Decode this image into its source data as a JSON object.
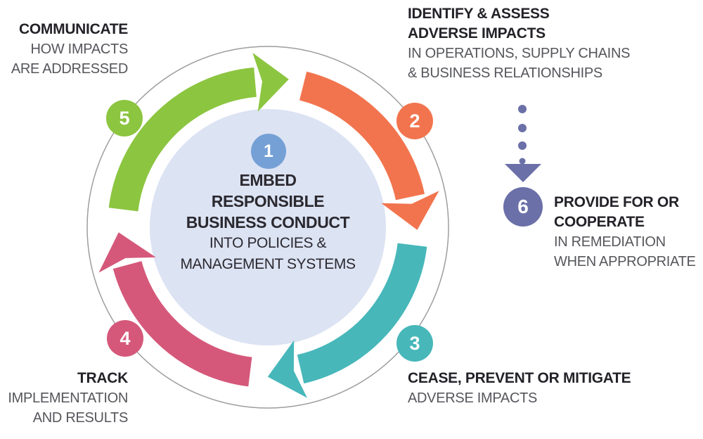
{
  "title": "Due diligence process wheel",
  "colors": {
    "green": "#8cc540",
    "orange": "#f2744e",
    "teal": "#47b7ba",
    "pink": "#d5587a",
    "blue": "#74a0d6",
    "purple": "#6b70a8",
    "center_fill": "#dce3f3",
    "ring": "#9d9d9d",
    "heading_text": "#242228",
    "subtitle_text": "#55565b"
  },
  "center": {
    "number": "1",
    "title_lines": [
      "EMBED",
      "RESPONSIBLE",
      "BUSINESS CONDUCT"
    ],
    "subtitle_lines": [
      "INTO POLICIES &",
      "MANAGEMENT SYSTEMS"
    ]
  },
  "steps": [
    {
      "number": "2",
      "title_lines": [
        "IDENTIFY & ASSESS",
        "ADVERSE IMPACTS"
      ],
      "subtitle_lines": [
        "IN OPERATIONS, SUPPLY CHAINS",
        "& BUSINESS RELATIONSHIPS"
      ]
    },
    {
      "number": "3",
      "title_lines": [
        "CEASE, PREVENT OR MITIGATE"
      ],
      "subtitle_lines": [
        "ADVERSE IMPACTS"
      ]
    },
    {
      "number": "4",
      "title_lines": [
        "TRACK"
      ],
      "subtitle_lines": [
        "IMPLEMENTATION",
        "AND RESULTS"
      ]
    },
    {
      "number": "5",
      "title_lines": [
        "COMMUNICATE"
      ],
      "subtitle_lines": [
        "HOW IMPACTS",
        "ARE ADDRESSED"
      ]
    },
    {
      "number": "6",
      "title_lines": [
        "PROVIDE FOR OR",
        "COOPERATE"
      ],
      "subtitle_lines": [
        "IN REMEDIATION",
        "WHEN APPROPRIATE"
      ]
    }
  ]
}
